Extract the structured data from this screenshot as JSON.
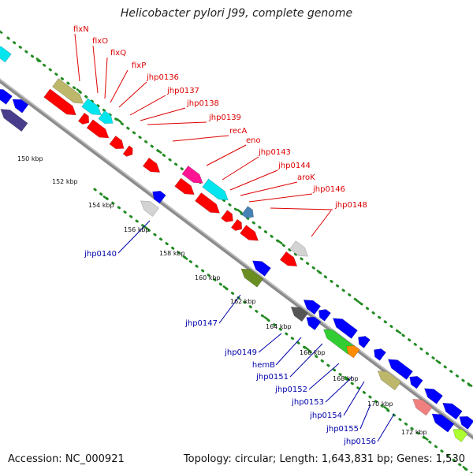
{
  "title": "Helicobacter pylori J99, complete genome",
  "footer": {
    "accession": "Accession: NC_000921",
    "summary": "Topology: circular; Length: 1,643,831 bp; Genes: 1,530"
  },
  "kbp_ticks": [
    "150 kbp",
    "152 kbp",
    "154 kbp",
    "156 kbp",
    "158 kbp",
    "160 kbp",
    "162 kbp",
    "164 kbp",
    "166 kbp",
    "168 kbp",
    "170 kbp",
    "172 kbp"
  ],
  "forward_gene_labels": [
    "fixN",
    "fixO",
    "fixQ",
    "fixP",
    "jhp0136",
    "jhp0137",
    "jhp0138",
    "jhp0139",
    "recA",
    "eno",
    "jhp0143",
    "jhp0144",
    "aroK",
    "jhp0146",
    "jhp0148"
  ],
  "reverse_gene_labels": [
    "jhp0140",
    "jhp0147",
    "jhp0149",
    "hemB",
    "jhp0151",
    "jhp0152",
    "jhp0153",
    "jhp0154",
    "jhp0155",
    "jhp0156"
  ],
  "colors": {
    "forward_gene": "#ff0000",
    "reverse_gene": "#0000ff",
    "backbone": "#999999",
    "gc_ticks": "#228b22",
    "forward_label": "#dd0000",
    "reverse_label": "#0000aa"
  }
}
